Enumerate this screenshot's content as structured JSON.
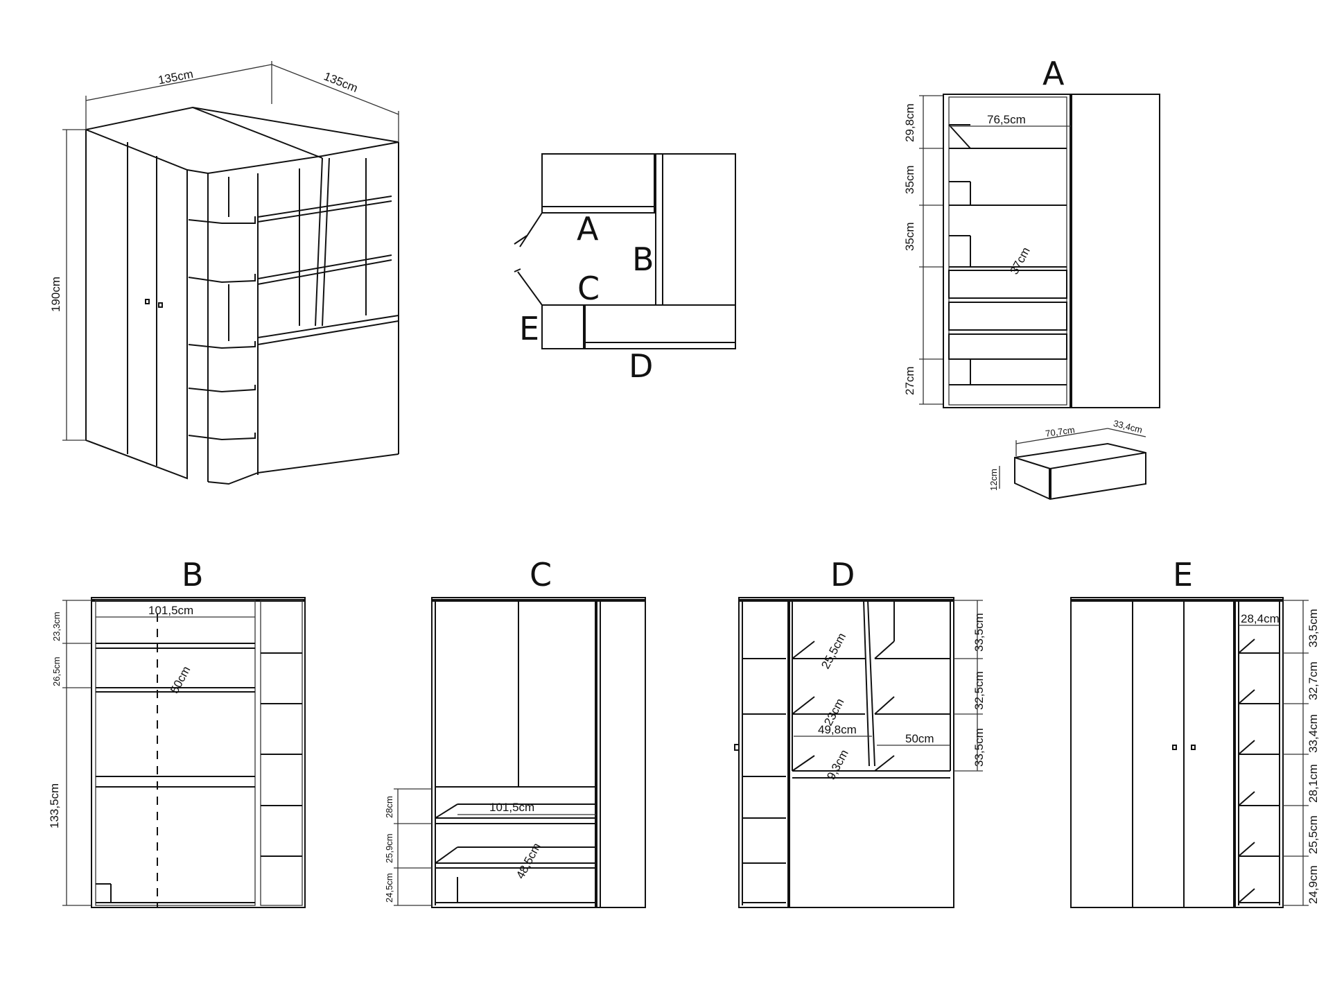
{
  "iso": {
    "w1": "135cm",
    "w2": "135cm",
    "h": "190cm"
  },
  "plan": {
    "a": "A",
    "b": "B",
    "c": "C",
    "d": "D",
    "e": "E"
  },
  "viewA": {
    "title": "A",
    "d1": "29,8cm",
    "d2": "35cm",
    "d3": "35cm",
    "d4": "27cm",
    "width": "76,5cm",
    "depth": "37cm"
  },
  "drawer": {
    "w": "70,7cm",
    "d": "33,4cm",
    "h": "12cm"
  },
  "viewB": {
    "title": "B",
    "d1": "23,3cm",
    "d2": "26,5cm",
    "d3": "133,5cm",
    "width": "101,5cm",
    "depth": "50cm"
  },
  "viewC": {
    "title": "C",
    "d1": "28cm",
    "d2": "25,9cm",
    "d3": "24,5cm",
    "width": "101,5cm",
    "depth": "48,5cm"
  },
  "viewD": {
    "title": "D",
    "d1": "33,5cm",
    "d2": "32,5cm",
    "d3": "33,5cm",
    "s1": "25,5cm",
    "s2": "23cm",
    "s3": "9,3cm",
    "w1": "49,8cm",
    "w2": "50cm"
  },
  "viewE": {
    "title": "E",
    "top": "28,4cm",
    "d1": "33,5cm",
    "d2": "32,7cm",
    "d3": "33,4cm",
    "d4": "28,1cm",
    "d5": "25,5cm",
    "d6": "24,9cm"
  }
}
